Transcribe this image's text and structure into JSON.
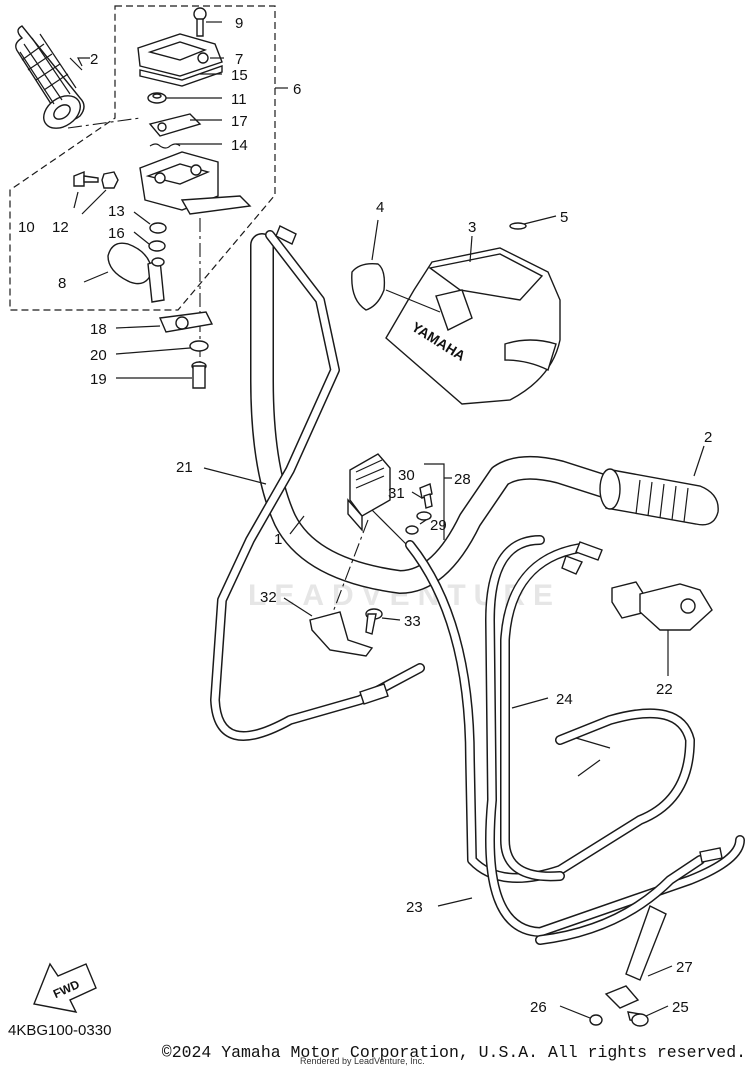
{
  "diagram": {
    "code": "4KBG100-0330",
    "copyright": "©2024 Yamaha Motor Corporation, U.S.A. All rights reserved.",
    "render_credit": "Rendered by LeadVenture, Inc.",
    "watermark": "LEADVENTURE",
    "fwd_label": "FWD",
    "cover_brand": "YAMAHA"
  },
  "callouts": [
    {
      "id": "c2a",
      "label": "2"
    },
    {
      "id": "c9",
      "label": "9"
    },
    {
      "id": "c7",
      "label": "7"
    },
    {
      "id": "c15",
      "label": "15"
    },
    {
      "id": "c6",
      "label": "6"
    },
    {
      "id": "c11",
      "label": "11"
    },
    {
      "id": "c17",
      "label": "17"
    },
    {
      "id": "c14",
      "label": "14"
    },
    {
      "id": "c10",
      "label": "10"
    },
    {
      "id": "c12",
      "label": "12"
    },
    {
      "id": "c13",
      "label": "13"
    },
    {
      "id": "c16",
      "label": "16"
    },
    {
      "id": "c8",
      "label": "8"
    },
    {
      "id": "c4",
      "label": "4"
    },
    {
      "id": "c3",
      "label": "3"
    },
    {
      "id": "c5",
      "label": "5"
    },
    {
      "id": "c18",
      "label": "18"
    },
    {
      "id": "c20",
      "label": "20"
    },
    {
      "id": "c19",
      "label": "19"
    },
    {
      "id": "c21",
      "label": "21"
    },
    {
      "id": "c1",
      "label": "1"
    },
    {
      "id": "c30",
      "label": "30"
    },
    {
      "id": "c28",
      "label": "28"
    },
    {
      "id": "c31",
      "label": "31"
    },
    {
      "id": "c29",
      "label": "29"
    },
    {
      "id": "c2b",
      "label": "2"
    },
    {
      "id": "c32",
      "label": "32"
    },
    {
      "id": "c33",
      "label": "33"
    },
    {
      "id": "c22",
      "label": "22"
    },
    {
      "id": "c24",
      "label": "24"
    },
    {
      "id": "c23",
      "label": "23"
    },
    {
      "id": "c27",
      "label": "27"
    },
    {
      "id": "c26",
      "label": "26"
    },
    {
      "id": "c25",
      "label": "25"
    }
  ]
}
